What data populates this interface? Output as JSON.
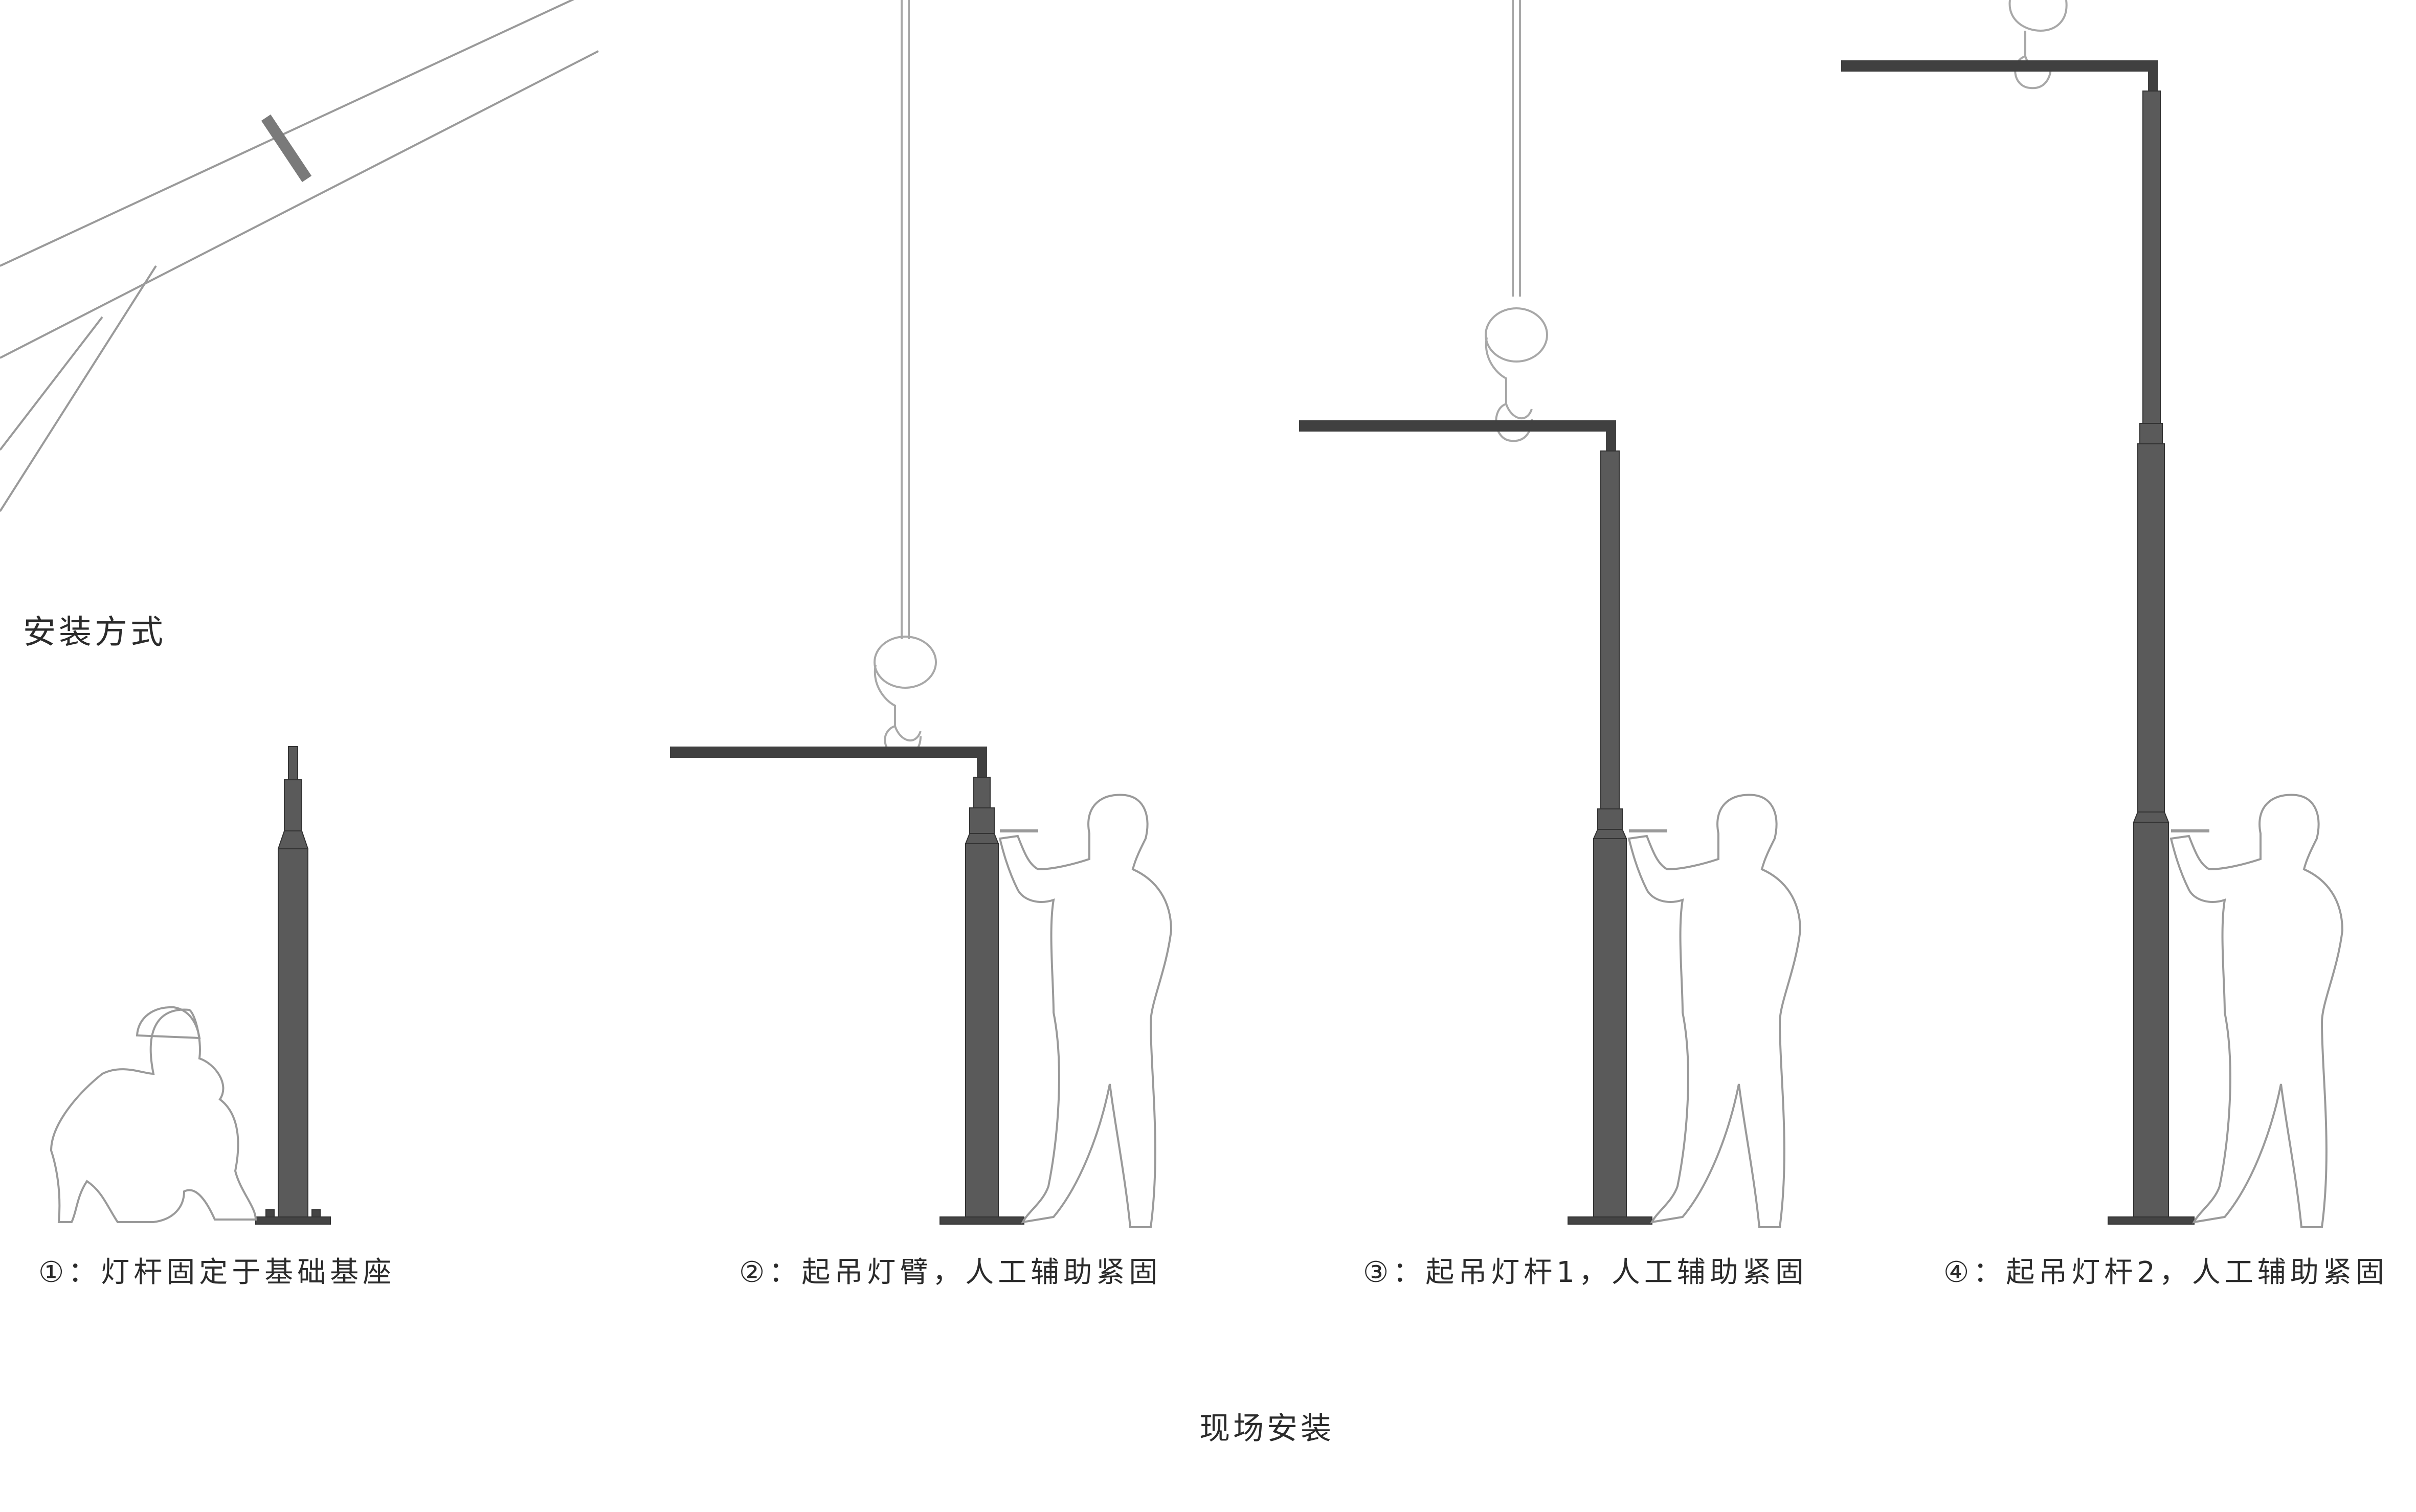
{
  "section_title": "安装方式",
  "figure_title": "现场安装",
  "steps": [
    {
      "caption": "①：灯杆固定于基础基座"
    },
    {
      "caption": "②：起吊灯臂，人工辅助紧固"
    },
    {
      "caption": "③：起吊灯杆1，人工辅助紧固"
    },
    {
      "caption": "④：起吊灯杆2，人工辅助紧固"
    }
  ],
  "colors": {
    "pole": "#5a5a5a",
    "arm": "#404040",
    "outline": "#9a9a9a",
    "text": "#2b2b2b"
  }
}
